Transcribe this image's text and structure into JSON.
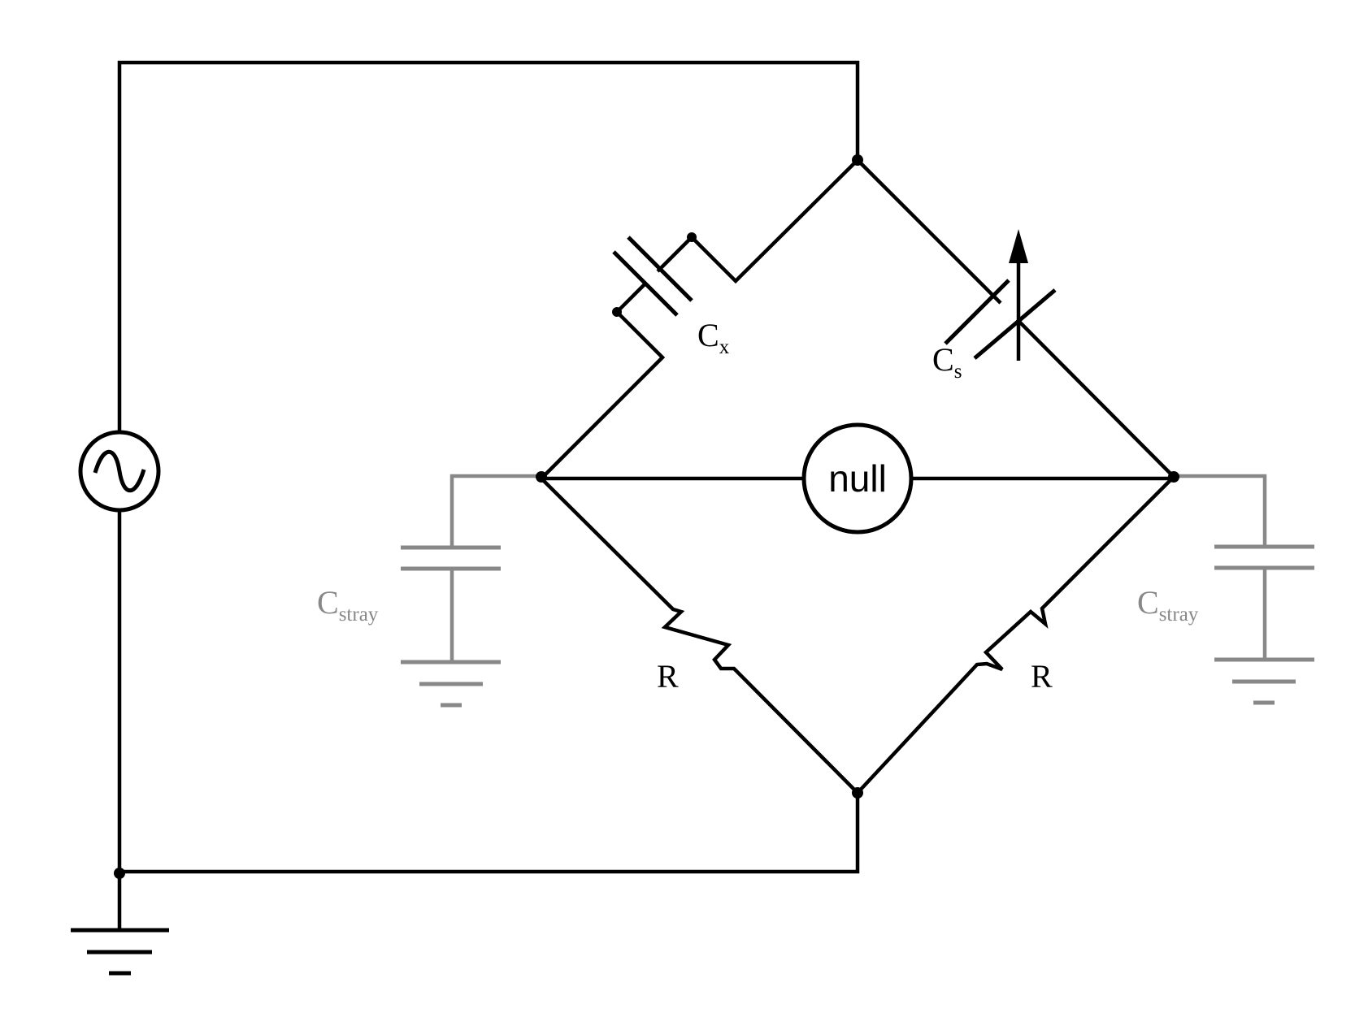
{
  "diagram": {
    "components": {
      "source": {
        "icon": "ac-source-icon"
      },
      "cx": {
        "main": "C",
        "sub": "x"
      },
      "cs": {
        "main": "C",
        "sub": "s"
      },
      "detector": {
        "text": "null"
      },
      "r_left": {
        "text": "R"
      },
      "r_right": {
        "text": "R"
      },
      "cstray_left": {
        "main": "C",
        "sub": "stray"
      },
      "cstray_right": {
        "main": "C",
        "sub": "stray"
      }
    },
    "colors": {
      "wire": "#000000",
      "stray": "#888888",
      "background": "#ffffff"
    }
  }
}
